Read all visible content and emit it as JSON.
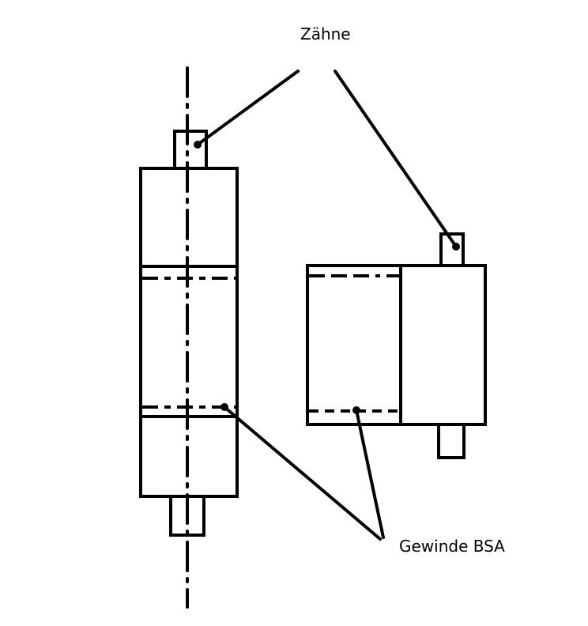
{
  "diagram": {
    "labels": {
      "teeth": "Zähne",
      "thread": "Gewinde BSA"
    },
    "colors": {
      "stroke": "#000000",
      "background": "#ffffff"
    },
    "views": [
      {
        "name": "front-view",
        "parts": [
          "top-tooth",
          "upper-body",
          "threaded-section",
          "lower-body",
          "bottom-tooth",
          "center-axis"
        ]
      },
      {
        "name": "side-view",
        "parts": [
          "top-tooth",
          "threaded-section",
          "body",
          "bottom-tooth"
        ]
      }
    ]
  }
}
